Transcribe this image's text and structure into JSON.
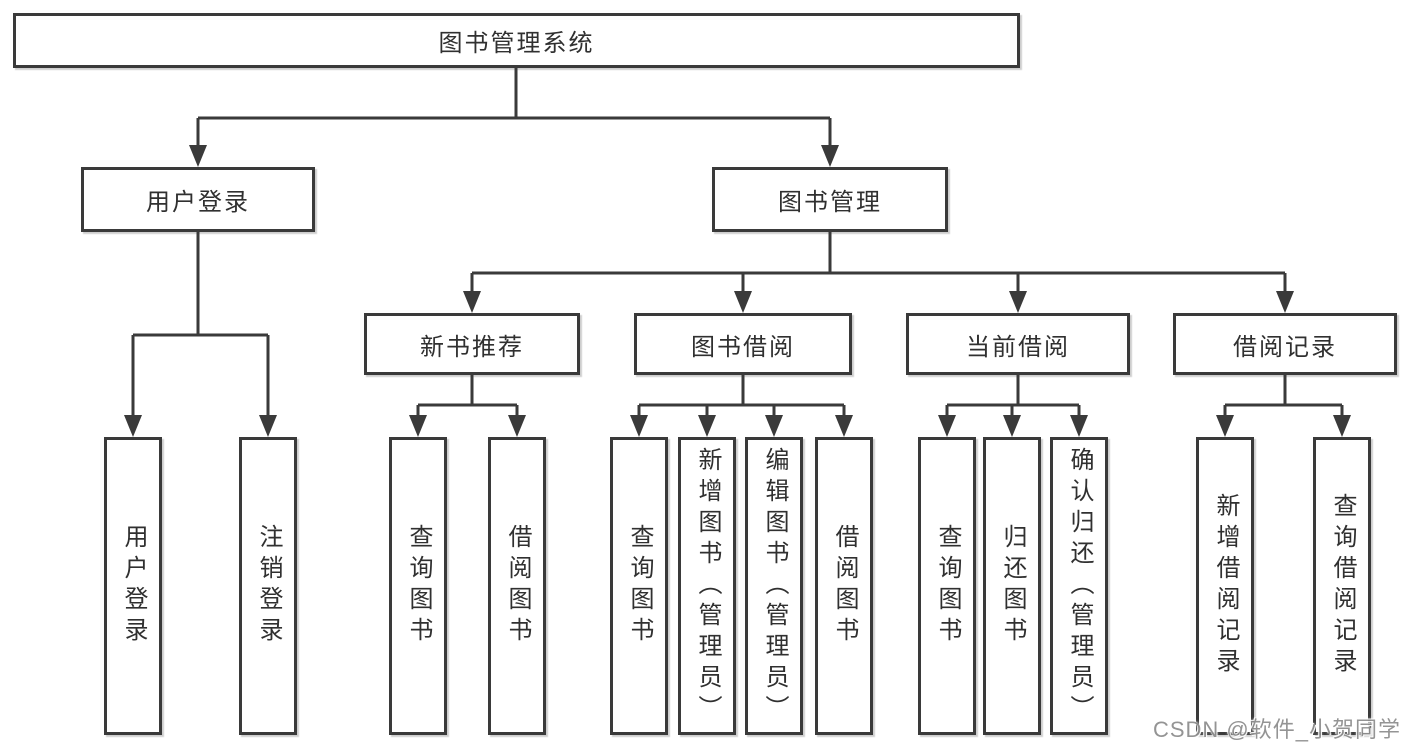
{
  "diagram": {
    "type": "hierarchy-tree",
    "colors": {
      "line": "#3a3a3a",
      "box_border": "#3a3a3a",
      "box_fill": "#ffffff",
      "text": "#303030"
    }
  },
  "tree": {
    "root": {
      "label": "图书管理系统",
      "children": [
        {
          "label": "用户登录",
          "children": [
            {
              "label": "用户登录"
            },
            {
              "label": "注销登录"
            }
          ]
        },
        {
          "label": "图书管理",
          "children": [
            {
              "label": "新书推荐",
              "children": [
                {
                  "label": "查询图书"
                },
                {
                  "label": "借阅图书"
                }
              ]
            },
            {
              "label": "图书借阅",
              "children": [
                {
                  "label": "查询图书"
                },
                {
                  "label": "新增图书（管理员）"
                },
                {
                  "label": "编辑图书（管理员）"
                },
                {
                  "label": "借阅图书"
                }
              ]
            },
            {
              "label": "当前借阅",
              "children": [
                {
                  "label": "查询图书"
                },
                {
                  "label": "归还图书"
                },
                {
                  "label": "确认归还（管理员）"
                }
              ]
            },
            {
              "label": "借阅记录",
              "children": [
                {
                  "label": "新增借阅记录"
                },
                {
                  "label": "查询借阅记录"
                }
              ]
            }
          ]
        }
      ]
    }
  },
  "watermark": {
    "text": "CSDN @软件_小贺同学",
    "color": "#8f8f8f"
  }
}
